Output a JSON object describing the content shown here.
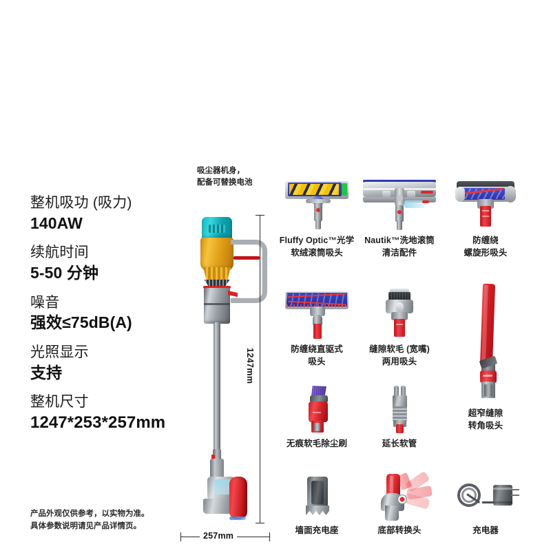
{
  "specs": [
    {
      "label": "整机吸功 (吸力)",
      "value": "140AW"
    },
    {
      "label": "续航时间",
      "value": "5-50 分钟"
    },
    {
      "label": "噪音",
      "value": "强效≤75dB(A)"
    },
    {
      "label": "光照显示",
      "value": "支持"
    },
    {
      "label": "整机尺寸",
      "value": "1247*253*257mm"
    }
  ],
  "disclaimer": {
    "line1": "产品外观仅供参考，以实物为准。",
    "line2": "具体参数说明请见产品详情页。"
  },
  "machine": {
    "callout_line1": "吸尘器机身，",
    "callout_line2": "配备可替换电池",
    "height_dimension": "1247mm",
    "width_dimension": "257mm"
  },
  "accessories": [
    {
      "id": "fluffy-optic",
      "line1": "Fluffy Optic™光学",
      "line2": "软绒滚筒吸头"
    },
    {
      "id": "nautik",
      "line1": "Nautik™洗地滚筒",
      "line2": "清洁配件"
    },
    {
      "id": "anti-tangle-spiral",
      "line1": "防缠绕",
      "line2": "螺旋形吸头"
    },
    {
      "id": "anti-tangle-direct-drive",
      "line1": "防缠绕直驱式",
      "line2": "吸头"
    },
    {
      "id": "combination-tool",
      "line1": "缝隙软毛 (宽嘴)",
      "line2": "两用吸头"
    },
    {
      "id": "ultra-narrow-crevice",
      "line1": "超窄缝隙",
      "line2": "转角吸头"
    },
    {
      "id": "soft-dusting-brush",
      "line1": "无痕软毛除尘刷",
      "line2": ""
    },
    {
      "id": "extension-hose",
      "line1": "延长软管",
      "line2": ""
    },
    {
      "id": "wall-dock",
      "line1": "墙面充电座",
      "line2": ""
    },
    {
      "id": "bottom-adapter",
      "line1": "底部转换头",
      "line2": ""
    },
    {
      "id": "charger",
      "line1": "充电器",
      "line2": ""
    }
  ],
  "colors": {
    "red": "#d7242b",
    "teal": "#18bcc6",
    "gold": "#e2a01a",
    "grey": "#9aa0a5",
    "purple": "#5b3fa8",
    "blue": "#3a3fa8",
    "text": "#1a1a1a"
  }
}
